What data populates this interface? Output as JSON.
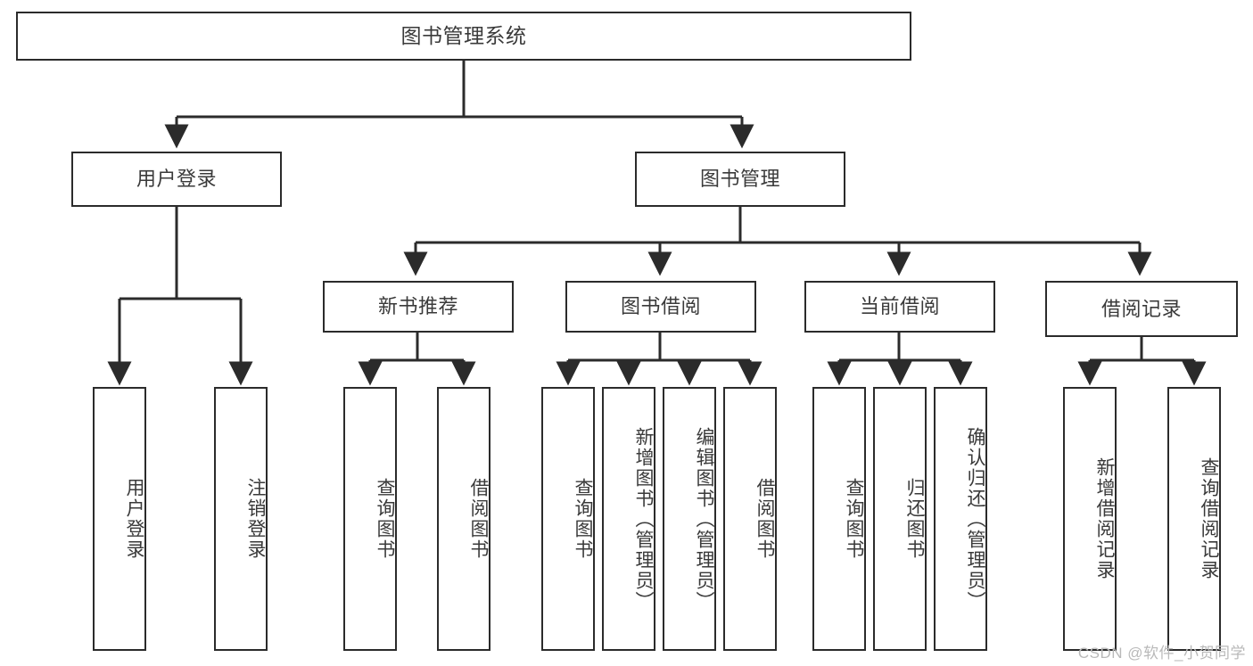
{
  "diagram": {
    "title": "图书管理系统",
    "watermark": "CSDN @软件_小贺同学",
    "colors": {
      "border": "#2b2b2b",
      "text": "#3a3a3a",
      "background": "#ffffff",
      "connector": "#2b2b2b",
      "watermark": "#b9b9b9"
    },
    "root": {
      "label": "图书管理系统"
    },
    "level2": [
      {
        "label": "用户登录"
      },
      {
        "label": "图书管理"
      }
    ],
    "level3": [
      {
        "label": "新书推荐"
      },
      {
        "label": "图书借阅"
      },
      {
        "label": "当前借阅"
      },
      {
        "label": "借阅记录"
      }
    ],
    "leaves": {
      "user_login": [
        {
          "label": "用户登录"
        },
        {
          "label": "注销登录"
        }
      ],
      "new_book_recommend": [
        {
          "label": "查询图书"
        },
        {
          "label": "借阅图书"
        }
      ],
      "book_borrow": [
        {
          "label": "查询图书"
        },
        {
          "label": "新增图书（管理员）"
        },
        {
          "label": "编辑图书（管理员）"
        },
        {
          "label": "借阅图书"
        }
      ],
      "current_borrow": [
        {
          "label": "查询图书"
        },
        {
          "label": "归还图书"
        },
        {
          "label": "确认归还（管理员）"
        }
      ],
      "borrow_record": [
        {
          "label": "新增借阅记录"
        },
        {
          "label": "查询借阅记录"
        }
      ]
    }
  }
}
